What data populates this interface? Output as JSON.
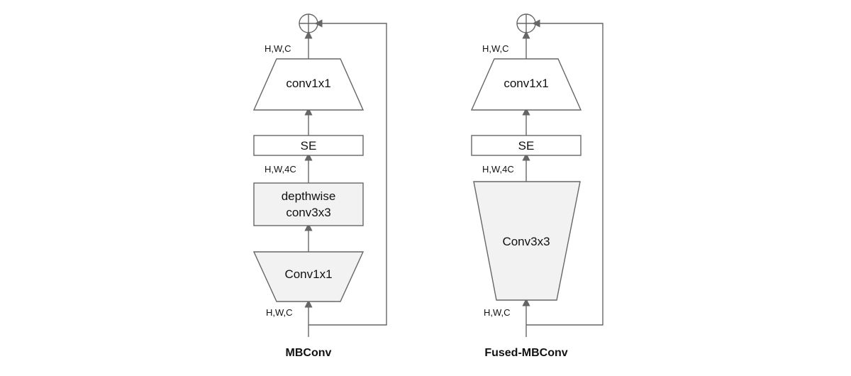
{
  "mbconv": {
    "title": "MBConv",
    "conv_top": "conv1x1",
    "se": "SE",
    "depthwise_line1": "depthwise",
    "depthwise_line2": "conv3x3",
    "conv_bottom": "Conv1x1",
    "dim_top": "H,W,C",
    "dim_mid": "H,W,4C",
    "dim_bottom": "H,W,C"
  },
  "fused": {
    "title": "Fused-MBConv",
    "conv_top": "conv1x1",
    "se": "SE",
    "conv_fused": "Conv3x3",
    "dim_top": "H,W,C",
    "dim_mid": "H,W,4C",
    "dim_bottom": "H,W,C"
  },
  "colors": {
    "fill_gray": "#f2f2f2",
    "fill_white": "#ffffff",
    "stroke": "#666666"
  }
}
